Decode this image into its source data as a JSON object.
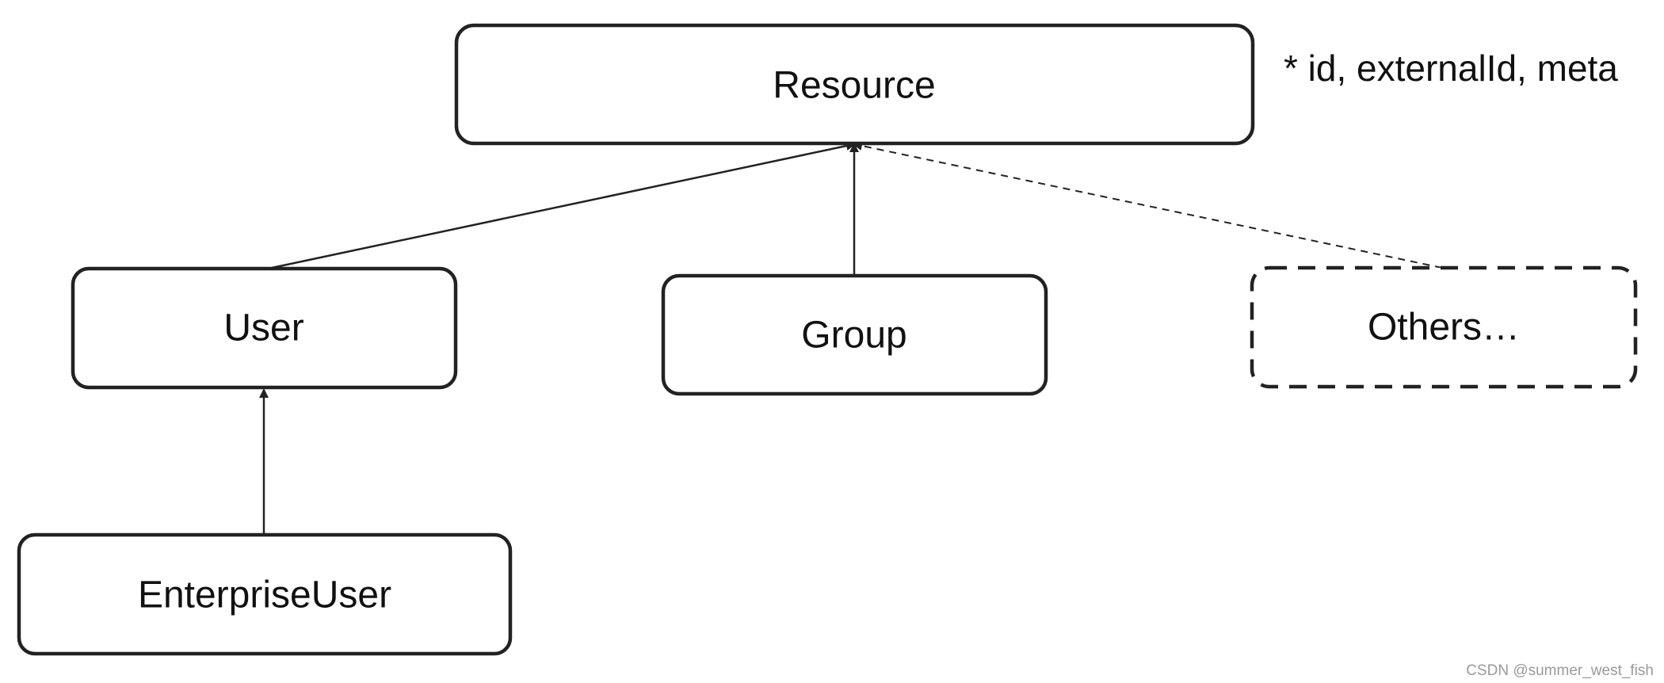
{
  "diagram": {
    "nodes": {
      "resource": {
        "label": "Resource"
      },
      "user": {
        "label": "User"
      },
      "group": {
        "label": "Group"
      },
      "others": {
        "label": "Others…"
      },
      "enterprise_user": {
        "label": "EnterpriseUser"
      }
    },
    "note": "* id, externalId, meta",
    "edges": [
      {
        "from": "User",
        "to": "Resource",
        "style": "solid"
      },
      {
        "from": "Group",
        "to": "Resource",
        "style": "solid"
      },
      {
        "from": "Others…",
        "to": "Resource",
        "style": "dashed"
      },
      {
        "from": "EnterpriseUser",
        "to": "User",
        "style": "solid"
      }
    ]
  },
  "watermark": "CSDN @summer_west_fish"
}
